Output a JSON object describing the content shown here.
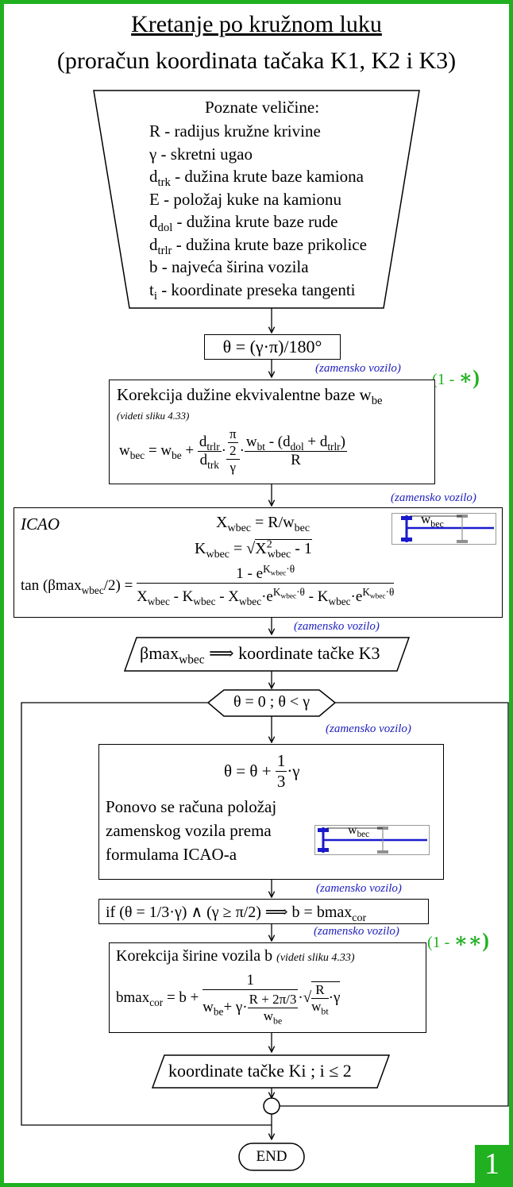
{
  "title": "Kretanje po kružnom luku",
  "subtitle": "(proračun koordinata tačaka K1, K2 i K3)",
  "known": {
    "header": "Poznate veličine:",
    "items": [
      {
        "sym": "R",
        "sub": "",
        "desc": " - radijus kružne krivine"
      },
      {
        "sym": "γ",
        "sub": "",
        "desc": " - skretni ugao"
      },
      {
        "sym": "d",
        "sub": "trk",
        "desc": " - dužina krute baze kamiona"
      },
      {
        "sym": "E",
        "sub": "",
        "desc": " - položaj kuke na kamionu"
      },
      {
        "sym": "d",
        "sub": "dol",
        "desc": " - dužina krute baze rude"
      },
      {
        "sym": "d",
        "sub": "trlr",
        "desc": " - dužina krute baze prikolice"
      },
      {
        "sym": "b",
        "sub": "",
        "desc": " - najveća širina vozila"
      },
      {
        "sym": "t",
        "sub": "i",
        "desc": " - koordinate preseka tangenti"
      }
    ]
  },
  "theta_formula": "θ = (γ·π)/180°",
  "tag_replacement": "(zamensko vozilo)",
  "tag_one_star": "(1 - ",
  "tag_two_star": "(1 - ",
  "star_one": "∗)",
  "star_two": "∗∗)",
  "correction_base": {
    "title": "Korekcija dužine ekvivalentne baze w",
    "title_sub": "be",
    "ref": "(videti sliku 4.33)"
  },
  "icao": {
    "label": "ICAO",
    "diagram_label": "w",
    "diagram_label_sub": "bec"
  },
  "k3_output": "koordinate tačke K3",
  "loop_condition": "θ = 0 ; θ < γ",
  "loop_box": {
    "text_lines": [
      "Ponovo se računa položaj",
      "zamenskog vozila prema",
      "formulama ICAO-a"
    ],
    "diagram_label": "w",
    "diagram_label_sub": "bec"
  },
  "if_box": "if (θ = 1/3·γ) ∧ (γ ≥ π/2) ⟹ b = bmax",
  "if_box_sub": "cor",
  "correction_width": {
    "title": "Korekcija širine vozila b",
    "ref": "(videti sliku 4.33)"
  },
  "ki_output": "koordinate tačke Ki ; i ≤ 2",
  "end_label": "END",
  "page_number": "1",
  "colors": {
    "frame": "#20b020",
    "annotation": "#2020c0",
    "diagram_line": "#1a1acc",
    "diagram_gray": "#909090"
  }
}
